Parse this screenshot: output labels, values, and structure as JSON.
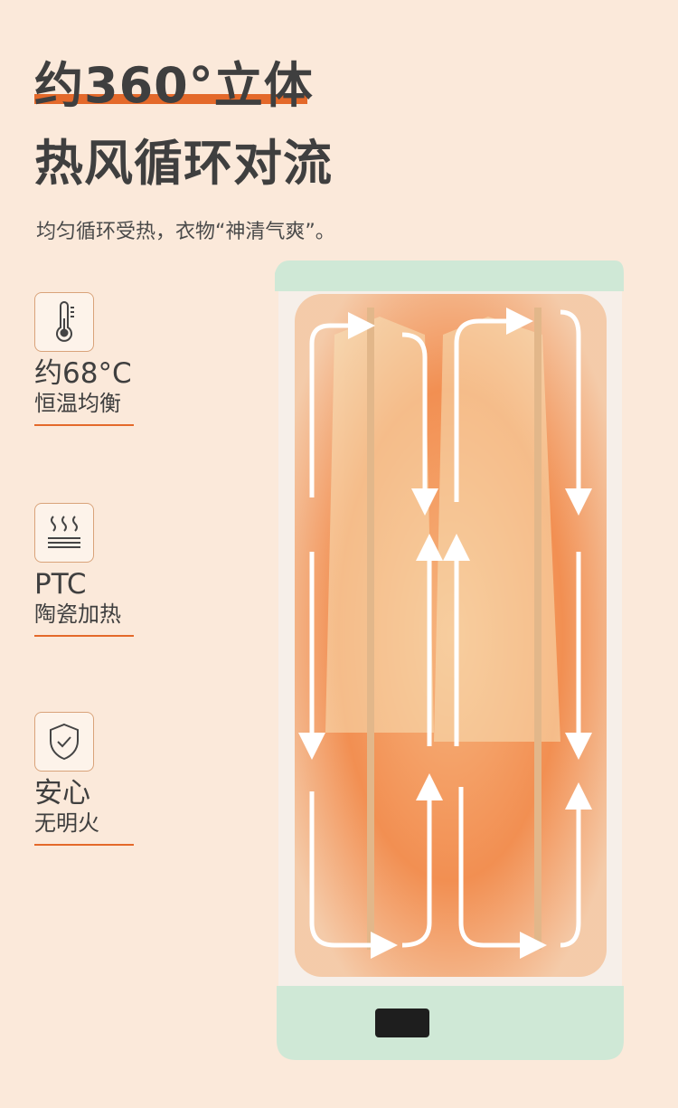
{
  "headline": {
    "line1": "约360°立体",
    "line2": "热风循环对流"
  },
  "subtitle": "均匀循环受热，衣物“神清气爽”。",
  "features": [
    {
      "icon": "thermometer-icon",
      "title": "约68°C",
      "desc": "恒温均衡"
    },
    {
      "icon": "heat-waves-icon",
      "title": "PTC",
      "desc": "陶瓷加热"
    },
    {
      "icon": "shield-check-icon",
      "title": "安心",
      "desc": "无明火"
    }
  ],
  "colors": {
    "accent": "#e4692a",
    "background": "#fbe9da",
    "appliance": "#cfe8d6"
  }
}
